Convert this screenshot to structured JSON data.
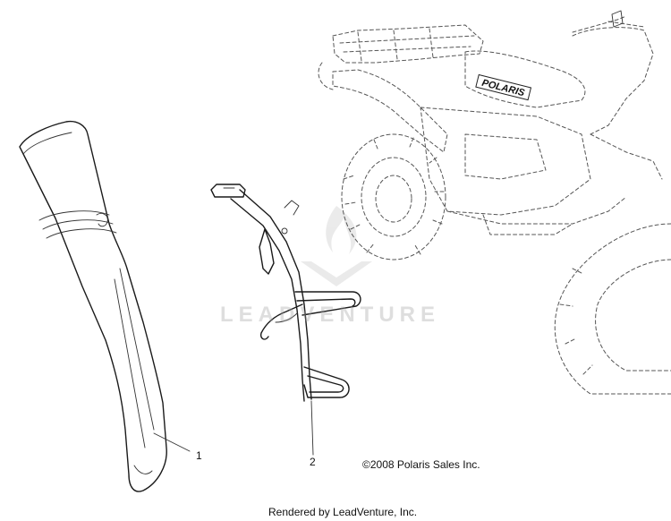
{
  "callouts": [
    {
      "label": "1"
    },
    {
      "label": "2"
    }
  ],
  "copyright": "©2008 Polaris Sales Inc.",
  "footer": "Rendered by LeadVenture, Inc.",
  "watermark": "LEADVENTURE",
  "brand_decal": "POLARIS",
  "icons": [
    "gun-boot-part",
    "gun-boot-bracket-part",
    "atv-outline",
    "leadventure-logo"
  ]
}
